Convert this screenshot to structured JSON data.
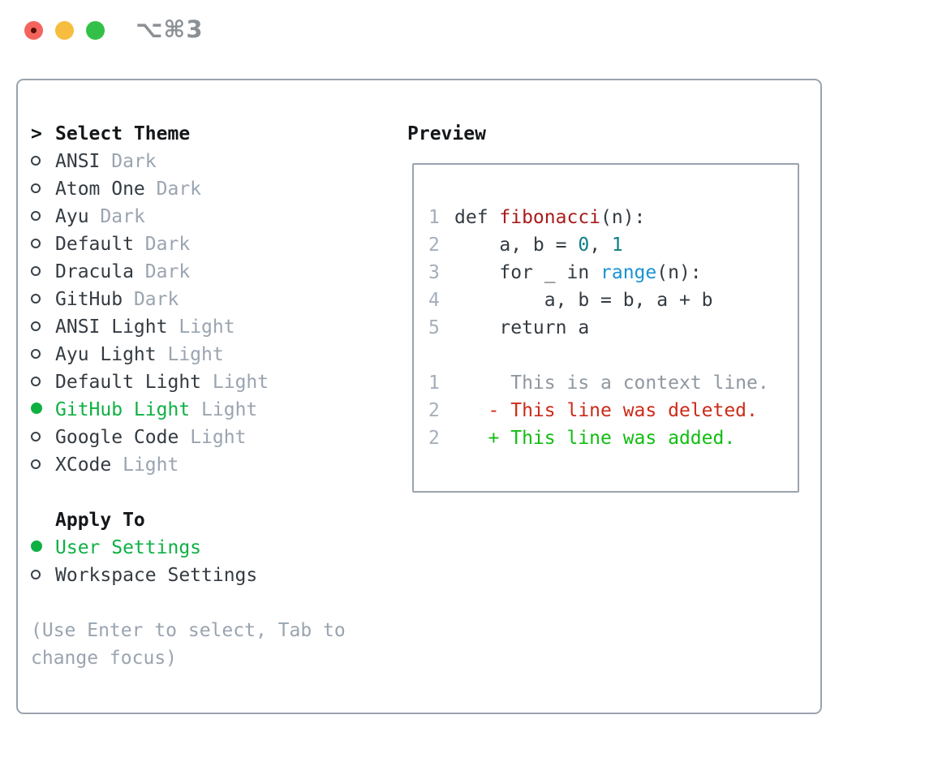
{
  "window": {
    "shortcut_label": "⌥⌘3"
  },
  "theme_selector": {
    "header_prefix": ">",
    "header": "Select Theme",
    "items": [
      {
        "name": "ANSI",
        "variant": "Dark",
        "selected": false
      },
      {
        "name": "Atom One",
        "variant": "Dark",
        "selected": false
      },
      {
        "name": "Ayu",
        "variant": "Dark",
        "selected": false
      },
      {
        "name": "Default",
        "variant": "Dark",
        "selected": false
      },
      {
        "name": "Dracula",
        "variant": "Dark",
        "selected": false
      },
      {
        "name": "GitHub",
        "variant": "Dark",
        "selected": false
      },
      {
        "name": "ANSI Light",
        "variant": "Light",
        "selected": false
      },
      {
        "name": "Ayu Light",
        "variant": "Light",
        "selected": false
      },
      {
        "name": "Default Light",
        "variant": "Light",
        "selected": false
      },
      {
        "name": "GitHub Light",
        "variant": "Light",
        "selected": true
      },
      {
        "name": "Google Code",
        "variant": "Light",
        "selected": false
      },
      {
        "name": "XCode",
        "variant": "Light",
        "selected": false
      }
    ]
  },
  "apply_to": {
    "header": "Apply To",
    "options": [
      {
        "label": "User Settings",
        "selected": true
      },
      {
        "label": "Workspace Settings",
        "selected": false
      }
    ]
  },
  "hint_lines": [
    "(Use Enter to select, Tab to",
    "change focus)"
  ],
  "preview": {
    "header": "Preview",
    "lines": [
      {
        "num": "1",
        "tokens": [
          {
            "t": "def ",
            "c": "code"
          },
          {
            "t": "fibonacci",
            "c": "func"
          },
          {
            "t": "(n):",
            "c": "code"
          }
        ]
      },
      {
        "num": "2",
        "tokens": [
          {
            "t": "    a, b = ",
            "c": "code"
          },
          {
            "t": "0",
            "c": "num"
          },
          {
            "t": ", ",
            "c": "code"
          },
          {
            "t": "1",
            "c": "num"
          }
        ]
      },
      {
        "num": "3",
        "tokens": [
          {
            "t": "    for _ in ",
            "c": "code"
          },
          {
            "t": "range",
            "c": "builtin"
          },
          {
            "t": "(n):",
            "c": "code"
          }
        ]
      },
      {
        "num": "4",
        "tokens": [
          {
            "t": "        a, b = b, a + b",
            "c": "code"
          }
        ]
      },
      {
        "num": "5",
        "tokens": [
          {
            "t": "    return a",
            "c": "code"
          }
        ]
      },
      {
        "num": "",
        "tokens": []
      },
      {
        "num": "1",
        "tokens": [
          {
            "t": "     This is a context line.",
            "c": "context"
          }
        ]
      },
      {
        "num": "2",
        "tokens": [
          {
            "t": "   - This line was deleted.",
            "c": "deleted"
          }
        ]
      },
      {
        "num": "2",
        "tokens": [
          {
            "t": "   + This line was added.",
            "c": "added"
          }
        ]
      }
    ]
  },
  "colors": {
    "accent_green": "#0fb043",
    "added_green": "#12bd12",
    "deleted_red": "#cd2a18",
    "function_red": "#a81c1c",
    "number_teal": "#0d7f84",
    "builtin_blue": "#1a93d1",
    "text_dark": "#343b42",
    "header_black": "#14171a",
    "muted_gray": "#9aa4b0",
    "line_number_gray": "#a4aebb",
    "context_gray": "#8f979f",
    "border_gray": "#9aa3ae",
    "titlebar_gray": "#8b9095",
    "traffic_red": "#f4645c",
    "traffic_red_dot": "#561008",
    "traffic_yellow": "#f6bd3e",
    "traffic_green": "#33c048"
  },
  "icons": {
    "close_button": "traffic-light-red",
    "minimize_button": "traffic-light-yellow",
    "zoom_button": "traffic-light-green",
    "unselected_option": "hollow-circle",
    "selected_option": "filled-green-circle",
    "focused_header": "chevron-right"
  }
}
